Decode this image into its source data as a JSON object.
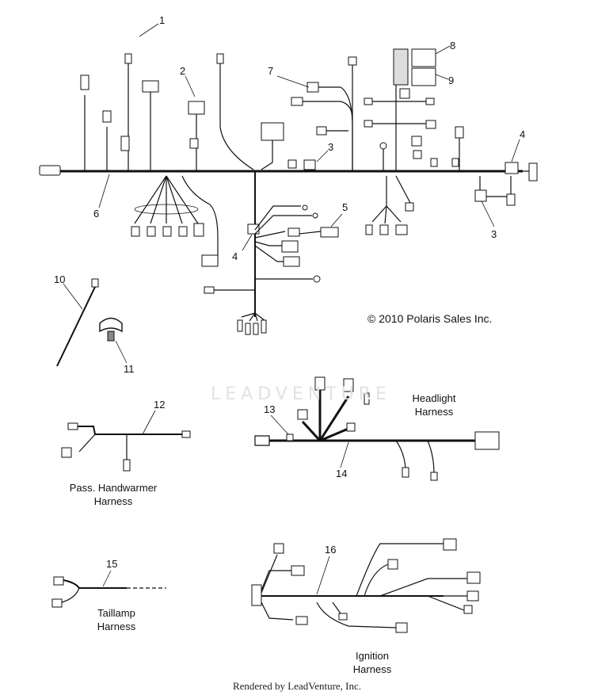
{
  "copyright": "© 2010 Polaris Sales Inc.",
  "footer": "Rendered by LeadVenture, Inc.",
  "watermark": "LEADVENTURE",
  "callouts": {
    "c1": "1",
    "c2": "2",
    "c3a": "3",
    "c3b": "3",
    "c4a": "4",
    "c4b": "4",
    "c5": "5",
    "c6": "6",
    "c7": "7",
    "c8": "8",
    "c9": "9",
    "c10": "10",
    "c11": "11",
    "c12": "12",
    "c13": "13",
    "c14": "14",
    "c15": "15",
    "c16": "16"
  },
  "captions": {
    "headlight": [
      "Headlight",
      "Harness"
    ],
    "handwarmer": [
      "Pass. Handwarmer",
      "Harness"
    ],
    "taillamp": [
      "Taillamp",
      "Harness"
    ],
    "ignition": [
      "Ignition",
      "Harness"
    ]
  }
}
